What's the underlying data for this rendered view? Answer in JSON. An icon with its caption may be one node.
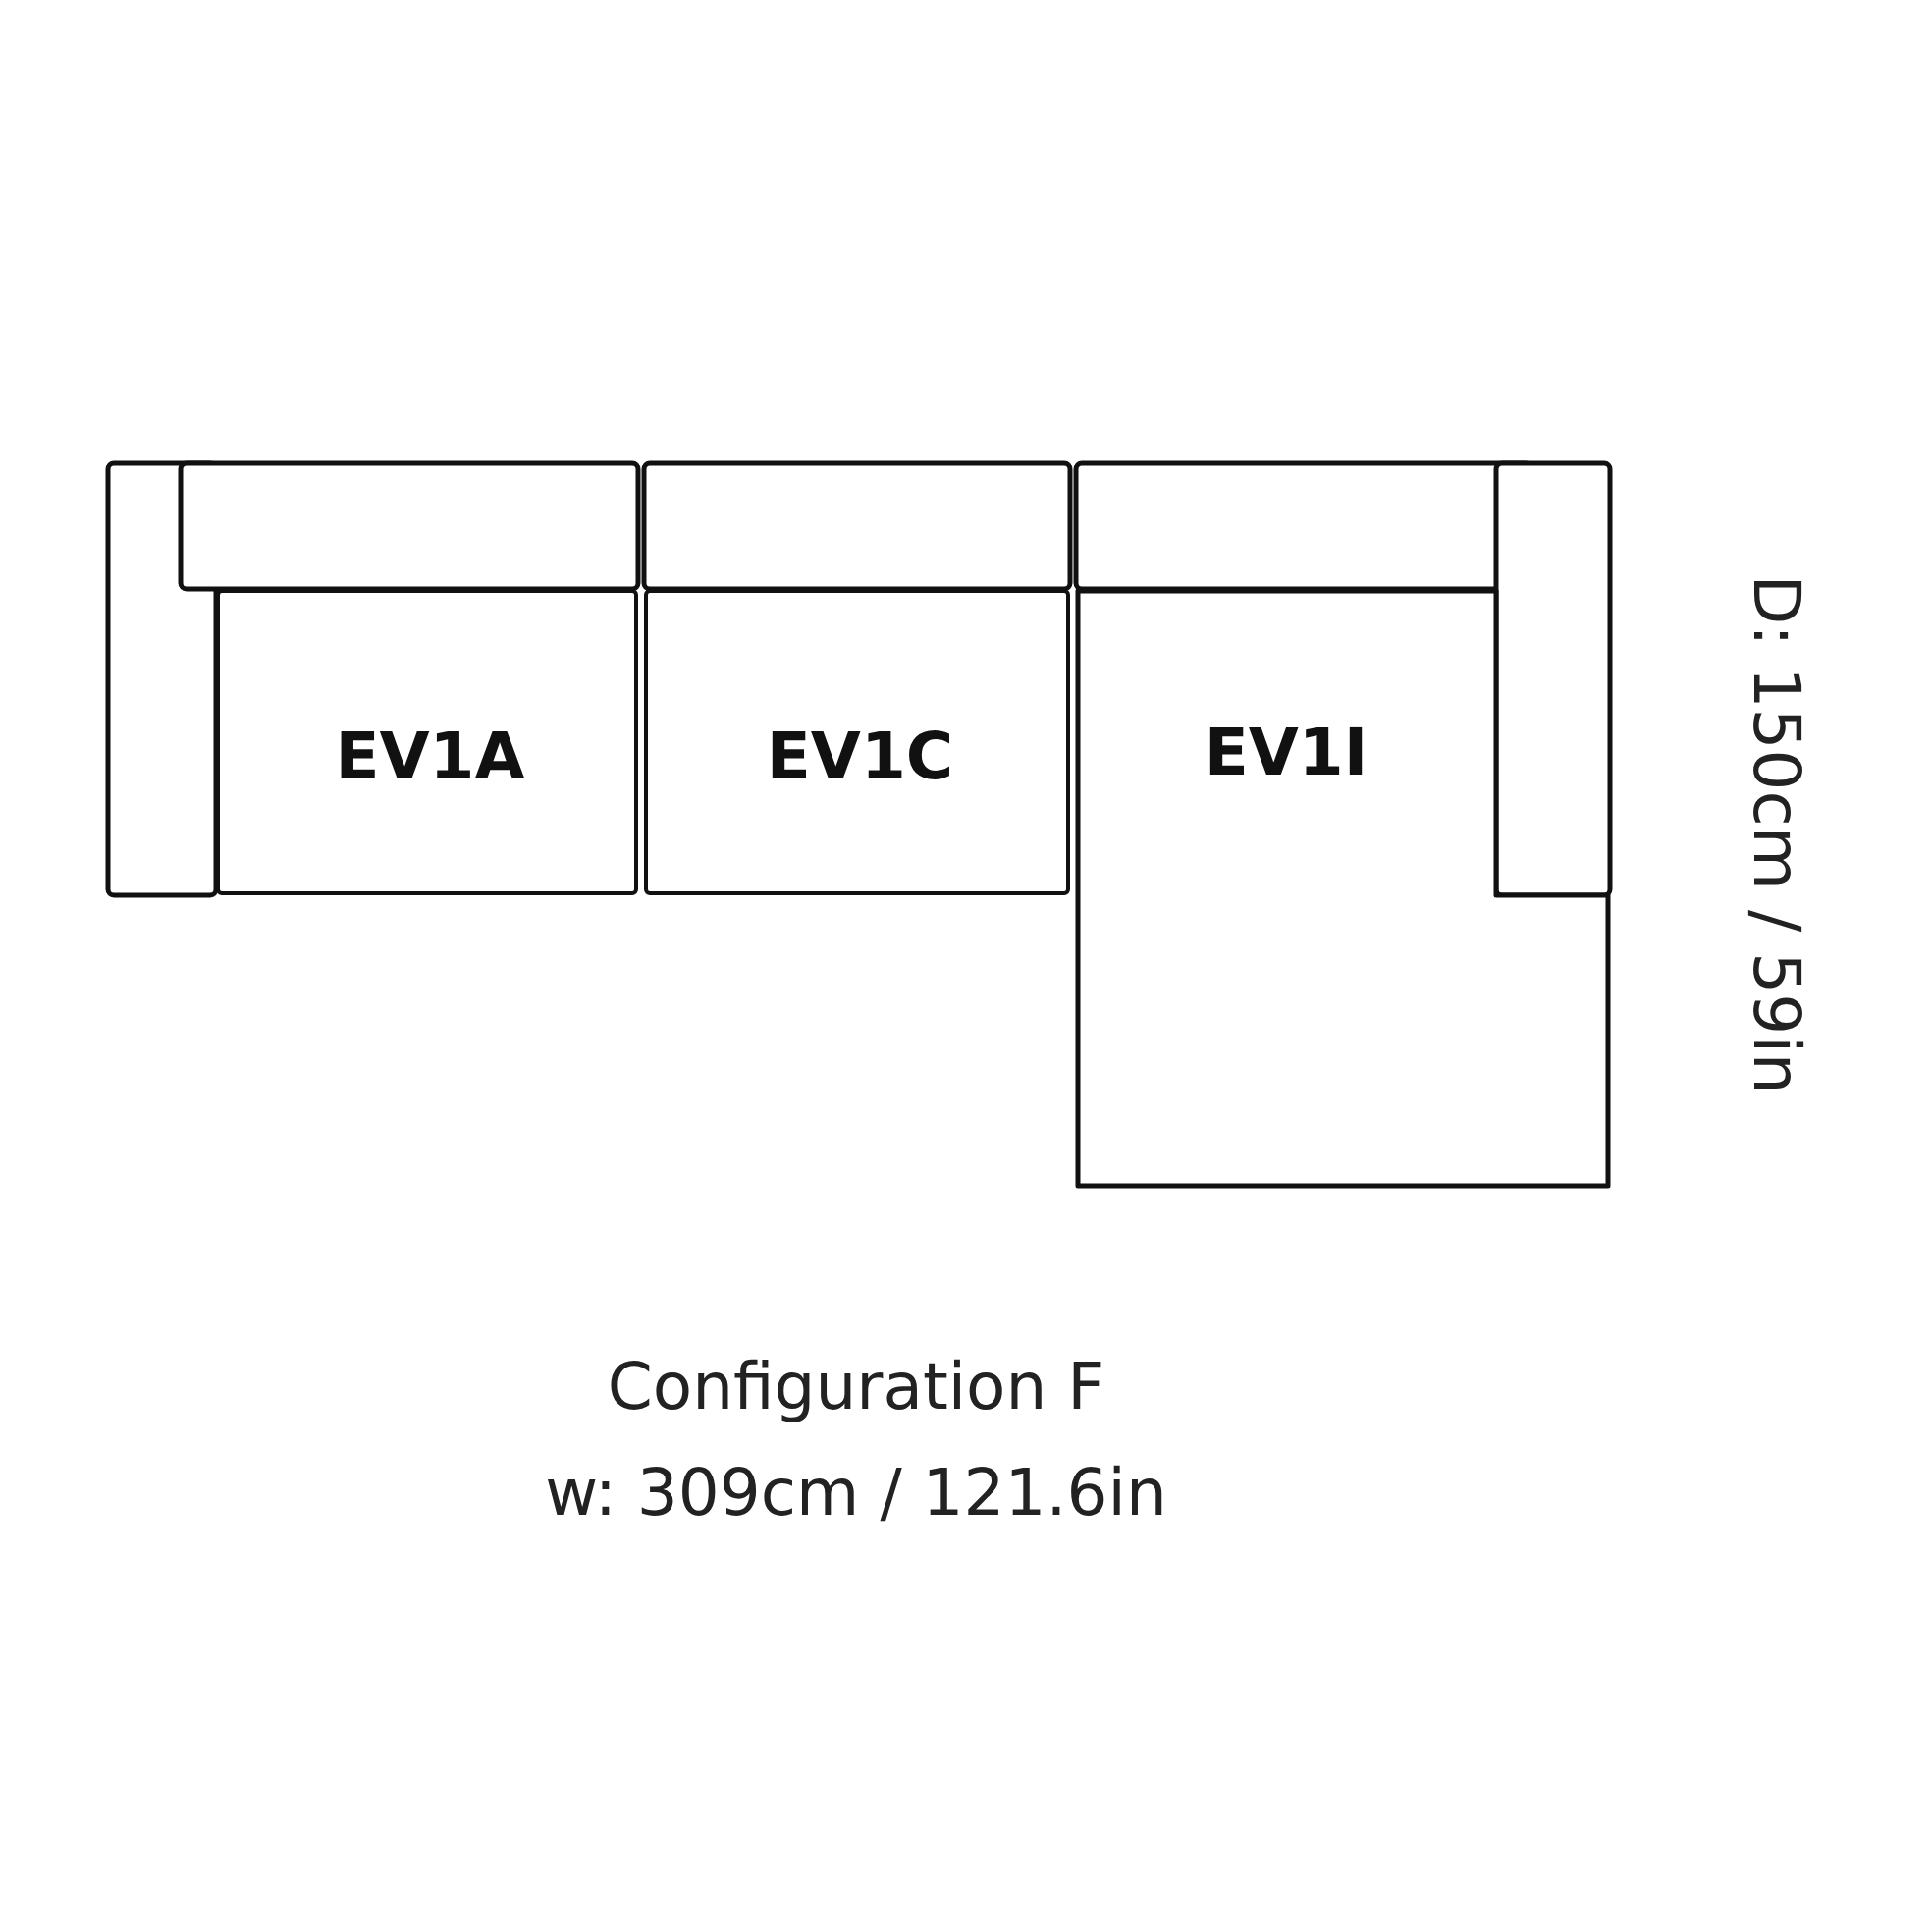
{
  "diagram": {
    "nodes": [
      {
        "text": [
          "EV1A"
        ]
      },
      {
        "text": [
          "EV1C"
        ]
      },
      {
        "text": [
          "EV1I"
        ]
      }
    ],
    "labels": [
      "D: 150cm / 59in",
      "Configuration F",
      "w: 309cm / 121.6in"
    ]
  }
}
